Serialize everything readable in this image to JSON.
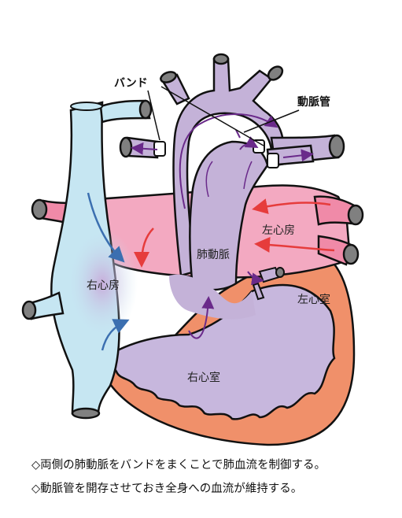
{
  "labels": {
    "band": "バンド",
    "ductus": "動脈管",
    "left_atrium": "左心房",
    "pulmonary_artery": "肺動脈",
    "right_atrium": "右心房",
    "left_ventricle": "左心室",
    "right_ventricle": "右心室"
  },
  "captions": [
    "◇両側の肺動脈をバンドをまくことで肺血流を制御する。",
    "◇動脈管を開存させておき全身への血流が維持する。"
  ],
  "colors": {
    "vena_cava": "#c6e6f2",
    "left_atrium": "#f3a9c1",
    "pulmonary_veins": "#f08aa8",
    "great_arteries": "#c4b2d8",
    "right_ventricle": "#c7b7dd",
    "left_ventricle_wall": "#f0906a",
    "venous_arrow": "#3b6fb0",
    "arterial_arrow": "#e63c3c",
    "mixed_arrow": "#6a2a8a",
    "vessel_end": "#808080",
    "outline": "#111111"
  }
}
